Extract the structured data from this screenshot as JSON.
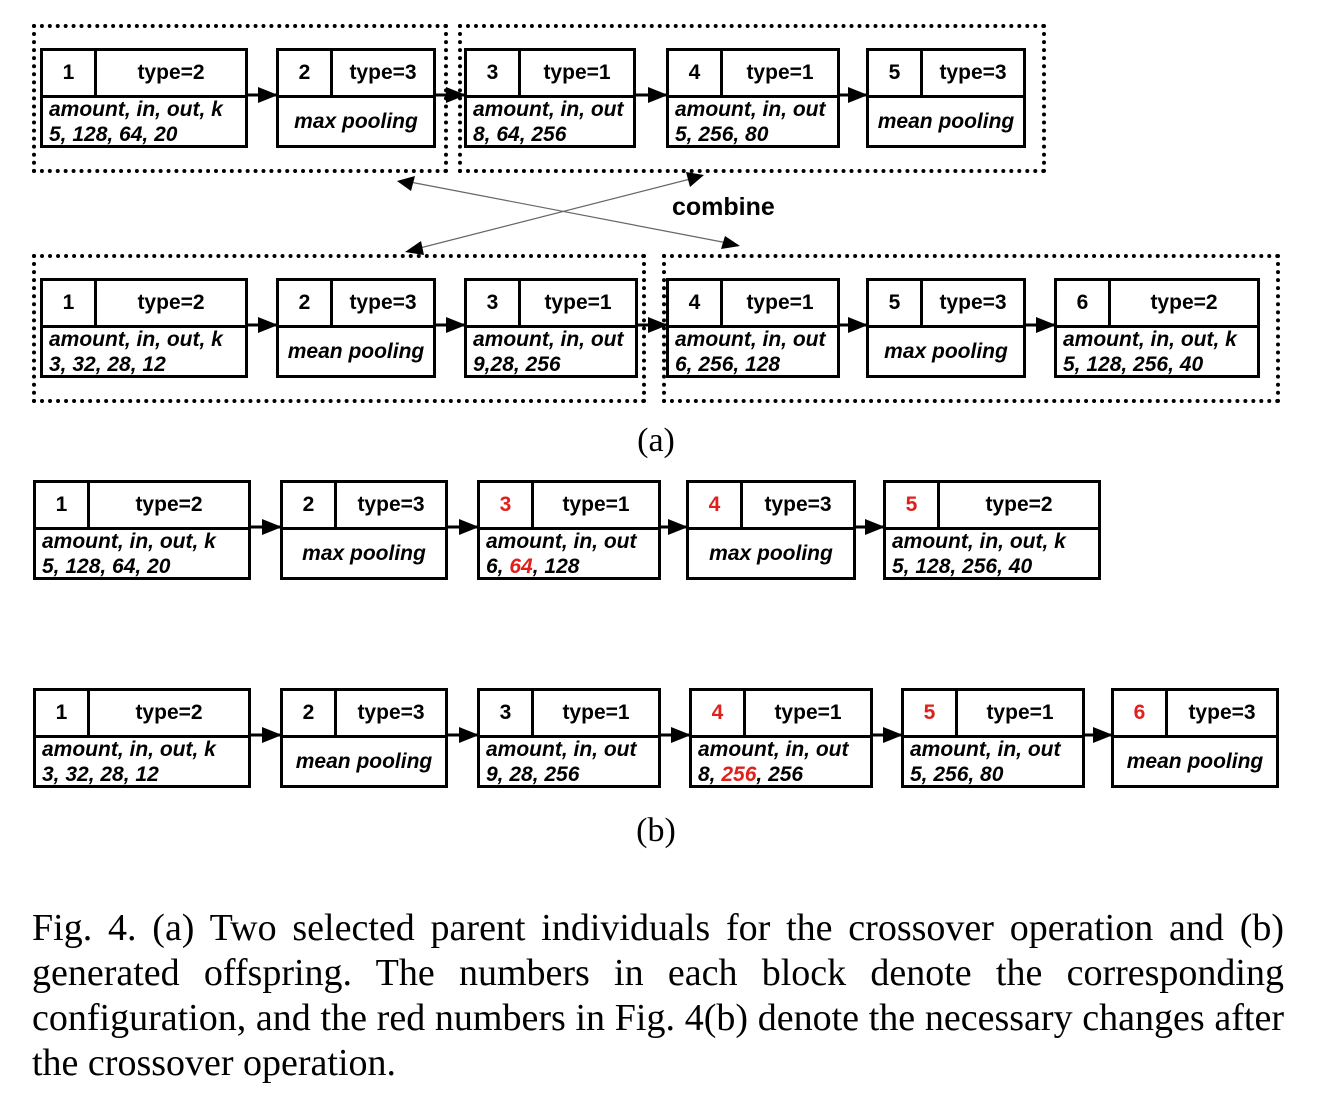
{
  "panel_a": {
    "label": "(a)",
    "combine_label": "combine",
    "parent1": [
      {
        "idx": "1",
        "type": "type=2",
        "lines": [
          [
            "amount, in, out, k"
          ],
          [
            "5, 128, 64, 20"
          ]
        ]
      },
      {
        "idx": "2",
        "type": "type=3",
        "lines": [
          [
            "max pooling"
          ]
        ]
      },
      {
        "idx": "3",
        "type": "type=1",
        "lines": [
          [
            "amount, in, out"
          ],
          [
            "8, 64, 256"
          ]
        ]
      },
      {
        "idx": "4",
        "type": "type=1",
        "lines": [
          [
            "amount, in, out"
          ],
          [
            "5, 256, 80"
          ]
        ]
      },
      {
        "idx": "5",
        "type": "type=3",
        "lines": [
          [
            "mean pooling"
          ]
        ]
      }
    ],
    "parent2": [
      {
        "idx": "1",
        "type": "type=2",
        "lines": [
          [
            "amount, in, out, k"
          ],
          [
            "3, 32, 28, 12"
          ]
        ]
      },
      {
        "idx": "2",
        "type": "type=3",
        "lines": [
          [
            "mean pooling"
          ]
        ]
      },
      {
        "idx": "3",
        "type": "type=1",
        "lines": [
          [
            "amount, in, out"
          ],
          [
            "9,28, 256"
          ]
        ]
      },
      {
        "idx": "4",
        "type": "type=1",
        "lines": [
          [
            "amount, in, out"
          ],
          [
            "6, 256, 128"
          ]
        ]
      },
      {
        "idx": "5",
        "type": "type=3",
        "lines": [
          [
            "max pooling"
          ]
        ]
      },
      {
        "idx": "6",
        "type": "type=2",
        "lines": [
          [
            "amount, in, out, k"
          ],
          [
            "5, 128, 256, 40"
          ]
        ]
      }
    ]
  },
  "panel_b": {
    "label": "(b)",
    "offspring1": [
      {
        "idx": "1",
        "type": "type=2",
        "lines": [
          [
            "amount, in, out, k"
          ],
          [
            "5, 128, 64, 20"
          ]
        ]
      },
      {
        "idx": "2",
        "type": "type=3",
        "lines": [
          [
            "max pooling"
          ]
        ]
      },
      {
        "idx": "3",
        "idx_red": true,
        "type": "type=1",
        "lines": [
          [
            "amount, in, out"
          ],
          [
            "6, ",
            "64",
            ", 128"
          ]
        ]
      },
      {
        "idx": "4",
        "idx_red": true,
        "type": "type=3",
        "lines": [
          [
            "max pooling"
          ]
        ]
      },
      {
        "idx": "5",
        "idx_red": true,
        "type": "type=2",
        "lines": [
          [
            "amount, in, out, k"
          ],
          [
            "5, 128, 256, 40"
          ]
        ]
      }
    ],
    "offspring2": [
      {
        "idx": "1",
        "type": "type=2",
        "lines": [
          [
            "amount, in, out, k"
          ],
          [
            "3, 32, 28, 12"
          ]
        ]
      },
      {
        "idx": "2",
        "type": "type=3",
        "lines": [
          [
            "mean pooling"
          ]
        ]
      },
      {
        "idx": "3",
        "type": "type=1",
        "lines": [
          [
            "amount, in, out"
          ],
          [
            "9, 28, 256"
          ]
        ]
      },
      {
        "idx": "4",
        "idx_red": true,
        "type": "type=1",
        "lines": [
          [
            "amount, in, out"
          ],
          [
            "8, ",
            "256",
            ", 256"
          ]
        ]
      },
      {
        "idx": "5",
        "idx_red": true,
        "type": "type=1",
        "lines": [
          [
            "amount, in, out"
          ],
          [
            "5, 256, 80"
          ]
        ]
      },
      {
        "idx": "6",
        "idx_red": true,
        "type": "type=3",
        "lines": [
          [
            "mean pooling"
          ]
        ]
      }
    ]
  },
  "caption": "Fig. 4.     (a) Two selected parent individuals for the crossover operation and (b) generated offspring. The numbers in each block denote the corresponding configuration, and the red numbers in Fig. 4(b) denote the necessary changes after the crossover operation."
}
